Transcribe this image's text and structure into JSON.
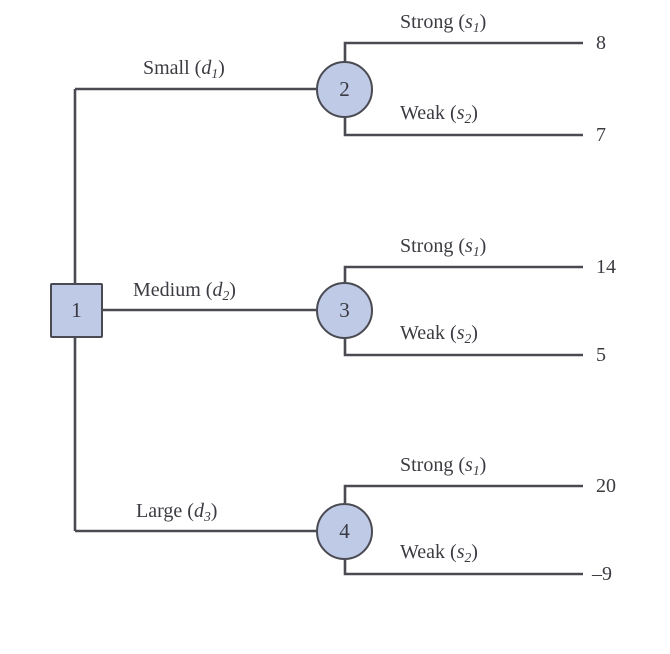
{
  "chart_data": {
    "type": "diagram",
    "diagram_kind": "decision-tree",
    "title": "",
    "colors": {
      "node_fill": "#bfcae6",
      "node_stroke": "#4a4a52",
      "line": "#4a4a52",
      "text": "#3b3b42",
      "background": "#ffffff"
    },
    "nodes": [
      {
        "id": "1",
        "label": "1",
        "shape": "square",
        "role": "decision"
      },
      {
        "id": "2",
        "label": "2",
        "shape": "circle",
        "role": "chance"
      },
      {
        "id": "3",
        "label": "3",
        "shape": "circle",
        "role": "chance"
      },
      {
        "id": "4",
        "label": "4",
        "shape": "circle",
        "role": "chance"
      }
    ],
    "decision_branches": [
      {
        "from": "1",
        "to": "2",
        "name": "Small",
        "symbol": "d",
        "subscript": "1"
      },
      {
        "from": "1",
        "to": "3",
        "name": "Medium",
        "symbol": "d",
        "subscript": "2"
      },
      {
        "from": "1",
        "to": "4",
        "name": "Large",
        "symbol": "d",
        "subscript": "3"
      }
    ],
    "chance_branches": [
      {
        "from": "2",
        "name": "Strong",
        "symbol": "s",
        "subscript": "1",
        "payoff": "8"
      },
      {
        "from": "2",
        "name": "Weak",
        "symbol": "s",
        "subscript": "2",
        "payoff": "7"
      },
      {
        "from": "3",
        "name": "Strong",
        "symbol": "s",
        "subscript": "1",
        "payoff": "14"
      },
      {
        "from": "3",
        "name": "Weak",
        "symbol": "s",
        "subscript": "2",
        "payoff": "5"
      },
      {
        "from": "4",
        "name": "Strong",
        "symbol": "s",
        "subscript": "1",
        "payoff": "20"
      },
      {
        "from": "4",
        "name": "Weak",
        "symbol": "s",
        "subscript": "2",
        "payoff": "-9"
      }
    ],
    "payoffs": [
      "8",
      "7",
      "14",
      "5",
      "20",
      "-9"
    ]
  },
  "nodes": {
    "n1": "1",
    "n2": "2",
    "n3": "3",
    "n4": "4"
  },
  "branch_labels": {
    "small": {
      "name": "Small",
      "open": " (",
      "sym": "d",
      "sub": "1",
      "close": ")"
    },
    "medium": {
      "name": "Medium",
      "open": " (",
      "sym": "d",
      "sub": "2",
      "close": ")"
    },
    "large": {
      "name": "Large",
      "open": " (",
      "sym": "d",
      "sub": "3",
      "close": ")"
    },
    "strong1": {
      "name": "Strong",
      "open": " (",
      "sym": "s",
      "sub": "1",
      "close": ")"
    },
    "weak1": {
      "name": "Weak",
      "open": " (",
      "sym": "s",
      "sub": "2",
      "close": ")"
    },
    "strong2": {
      "name": "Strong",
      "open": " (",
      "sym": "s",
      "sub": "1",
      "close": ")"
    },
    "weak2": {
      "name": "Weak",
      "open": " (",
      "sym": "s",
      "sub": "2",
      "close": ")"
    },
    "strong3": {
      "name": "Strong",
      "open": " (",
      "sym": "s",
      "sub": "1",
      "close": ")"
    },
    "weak3": {
      "name": "Weak",
      "open": " (",
      "sym": "s",
      "sub": "2",
      "close": ")"
    }
  },
  "payoffs": {
    "p1": "8",
    "p2": "7",
    "p3": "14",
    "p4": "5",
    "p5": "20",
    "p6": "–9"
  }
}
